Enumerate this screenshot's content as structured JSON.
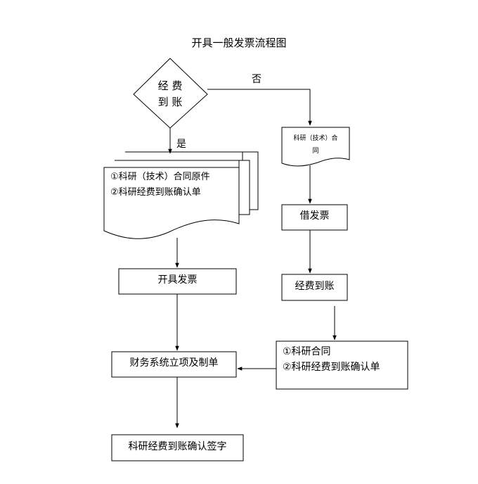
{
  "title": "开具一般发票流程图",
  "decision": {
    "line1": "经 费",
    "line2": "到 账",
    "no_label": "否",
    "yes_label": "是"
  },
  "left": {
    "docs_item1": "①科研（技术）合同原件",
    "docs_item2": "②科研经费到账确认单",
    "issue_invoice": "开具发票",
    "finance_setup": "财务系统立项及制单",
    "confirm_sign": "科研经费到账确认签字"
  },
  "right": {
    "contract_line1": "科研（技术）合",
    "contract_line2": "同",
    "borrow_invoice": "借发票",
    "funds_arrive": "经费到账",
    "docs_item1": "①科研合同",
    "docs_item2": "②科研经费到账确认单"
  }
}
